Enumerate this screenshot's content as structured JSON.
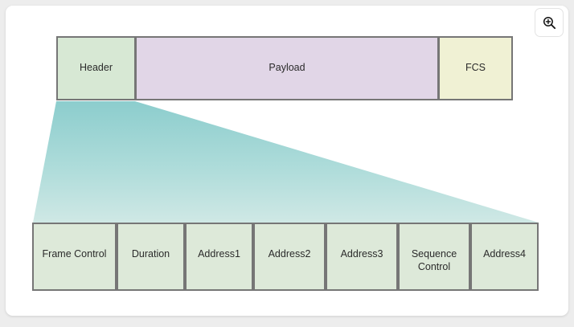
{
  "toolbar": {
    "zoom_button": {
      "icon": "zoom-in-magnifier-icon",
      "label": "Zoom in"
    }
  },
  "colors": {
    "card_background": "#ffffff",
    "page_background": "#ededed",
    "box_border": "#767676",
    "header_fill": "#d7e8d4",
    "payload_fill": "#e1d6e7",
    "fcs_fill": "#f0f1d4",
    "subframe_fill": "#dde9d9",
    "connector_top": "#8fcdcd",
    "connector_bottom": "#cfe7e6",
    "text": "#2b2b2b"
  },
  "diagram": {
    "title": "",
    "frame_row": {
      "name": "mac-frame-row",
      "segments": [
        {
          "id": "header",
          "label": "Header",
          "fill": "#d7e8d4"
        },
        {
          "id": "payload",
          "label": "Payload",
          "fill": "#e1d6e7"
        },
        {
          "id": "fcs",
          "label": "FCS",
          "fill": "#f0f1d4"
        }
      ]
    },
    "expansion": {
      "name": "header-expansion-connector",
      "source_segment": "header",
      "shape": "trapezoid"
    },
    "header_detail_row": {
      "name": "header-fields-row",
      "fields": [
        {
          "id": "frame-control",
          "label": "Frame Control"
        },
        {
          "id": "duration",
          "label": "Duration"
        },
        {
          "id": "address1",
          "label": "Address1"
        },
        {
          "id": "address2",
          "label": "Address2"
        },
        {
          "id": "address3",
          "label": "Address3"
        },
        {
          "id": "sequence-control",
          "label": "Sequence Control"
        },
        {
          "id": "address4",
          "label": "Address4"
        }
      ]
    }
  }
}
